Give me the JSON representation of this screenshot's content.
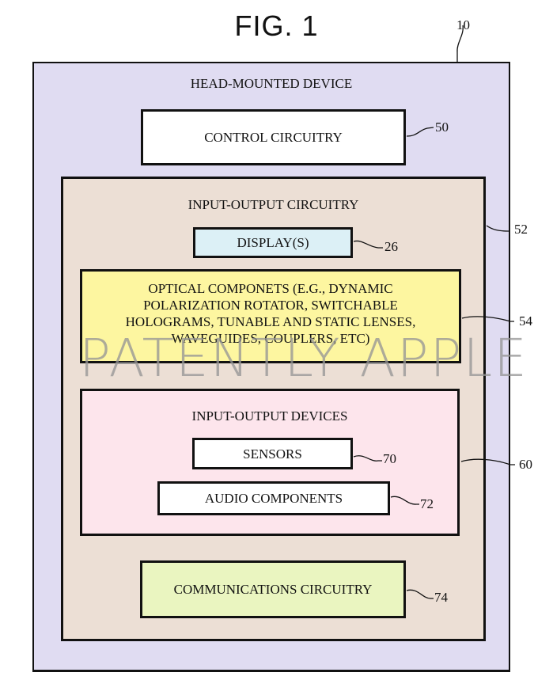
{
  "figure": {
    "title": "FIG. 1"
  },
  "blocks": {
    "head_mounted_device": {
      "label": "HEAD-MOUNTED DEVICE",
      "ref": "10",
      "color": "#e0dcf2"
    },
    "control_circuitry": {
      "label": "CONTROL CIRCUITRY",
      "ref": "50",
      "color": "#ffffff"
    },
    "input_output_circuitry": {
      "label": "INPUT-OUTPUT CIRCUITRY",
      "ref": "52",
      "color": "#ecdfd5"
    },
    "displays": {
      "label": "DISPLAY(S)",
      "ref": "26",
      "color": "#dcf0f6"
    },
    "optical_components": {
      "label": "OPTICAL COMPONETS (E.G., DYNAMIC POLARIZATION ROTATOR, SWITCHABLE HOLOGRAMS, TUNABLE AND STATIC LENSES, WAVEGUIDES, COUPLERS, ETC)",
      "lines": [
        "OPTICAL COMPONETS (E.G., DYNAMIC",
        "POLARIZATION ROTATOR, SWITCHABLE",
        "HOLOGRAMS, TUNABLE AND STATIC LENSES,",
        "WAVEGUIDES, COUPLERS, ETC)"
      ],
      "ref": "54",
      "color": "#fdf6a0"
    },
    "input_output_devices": {
      "label": "INPUT-OUTPUT DEVICES",
      "ref": "60",
      "color": "#fde5ec"
    },
    "sensors": {
      "label": "SENSORS",
      "ref": "70",
      "color": "#ffffff"
    },
    "audio_components": {
      "label": "AUDIO COMPONENTS",
      "ref": "72",
      "color": "#ffffff"
    },
    "communications_circuitry": {
      "label": "COMMUNICATIONS CIRCUITRY",
      "ref": "74",
      "color": "#eaf5c0"
    }
  },
  "watermark": "PATENTLY APPLE"
}
